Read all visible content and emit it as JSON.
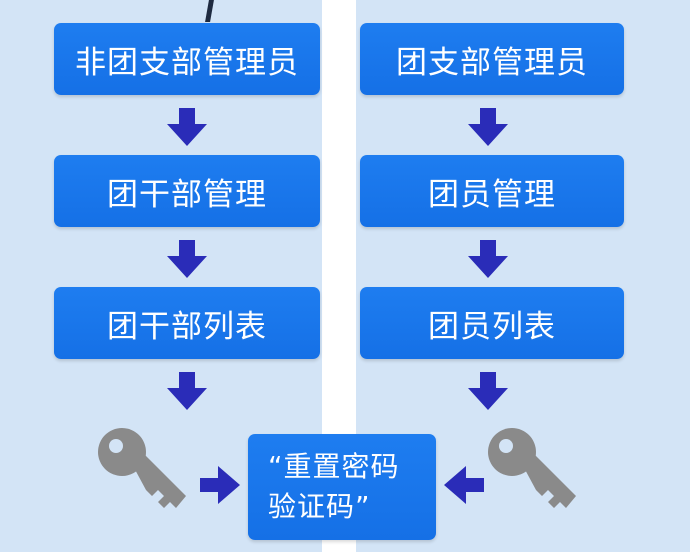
{
  "left_column": {
    "step1": "非团支部管理员",
    "step2": "团干部管理",
    "step3": "团干部列表"
  },
  "right_column": {
    "step1": "团支部管理员",
    "step2": "团员管理",
    "step3": "团员列表"
  },
  "final": {
    "line1": "“重置密码",
    "line2": "验证码”"
  },
  "colors": {
    "box": "#1a76ec",
    "arrow": "#2a2cb8",
    "key": "#8a8a8a",
    "background": "#d6e6f6"
  }
}
